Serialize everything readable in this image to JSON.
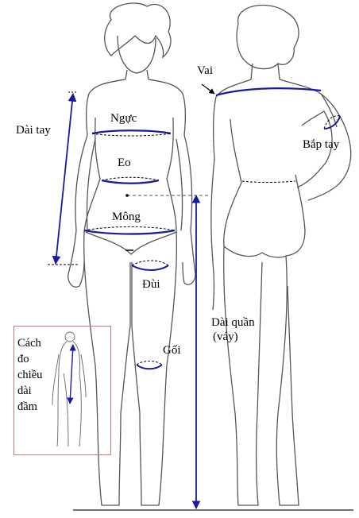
{
  "labels": {
    "vai": "Vai",
    "dai_tay": "Dài tay",
    "nguc": "Ngực",
    "eo": "Eo",
    "mong": "Mông",
    "bap_tay": "Bắp tay",
    "dui": "Đùi",
    "goi": "Gối",
    "dai_quan_1": "Dài quần",
    "dai_quan_2": "(váy)"
  },
  "inset": {
    "lines": [
      "Cách",
      "đo",
      "chiều",
      "dài",
      "đầm"
    ]
  },
  "colors": {
    "measure": "#1a1aa0",
    "outline": "#444444",
    "inset_border": "#c87878"
  }
}
